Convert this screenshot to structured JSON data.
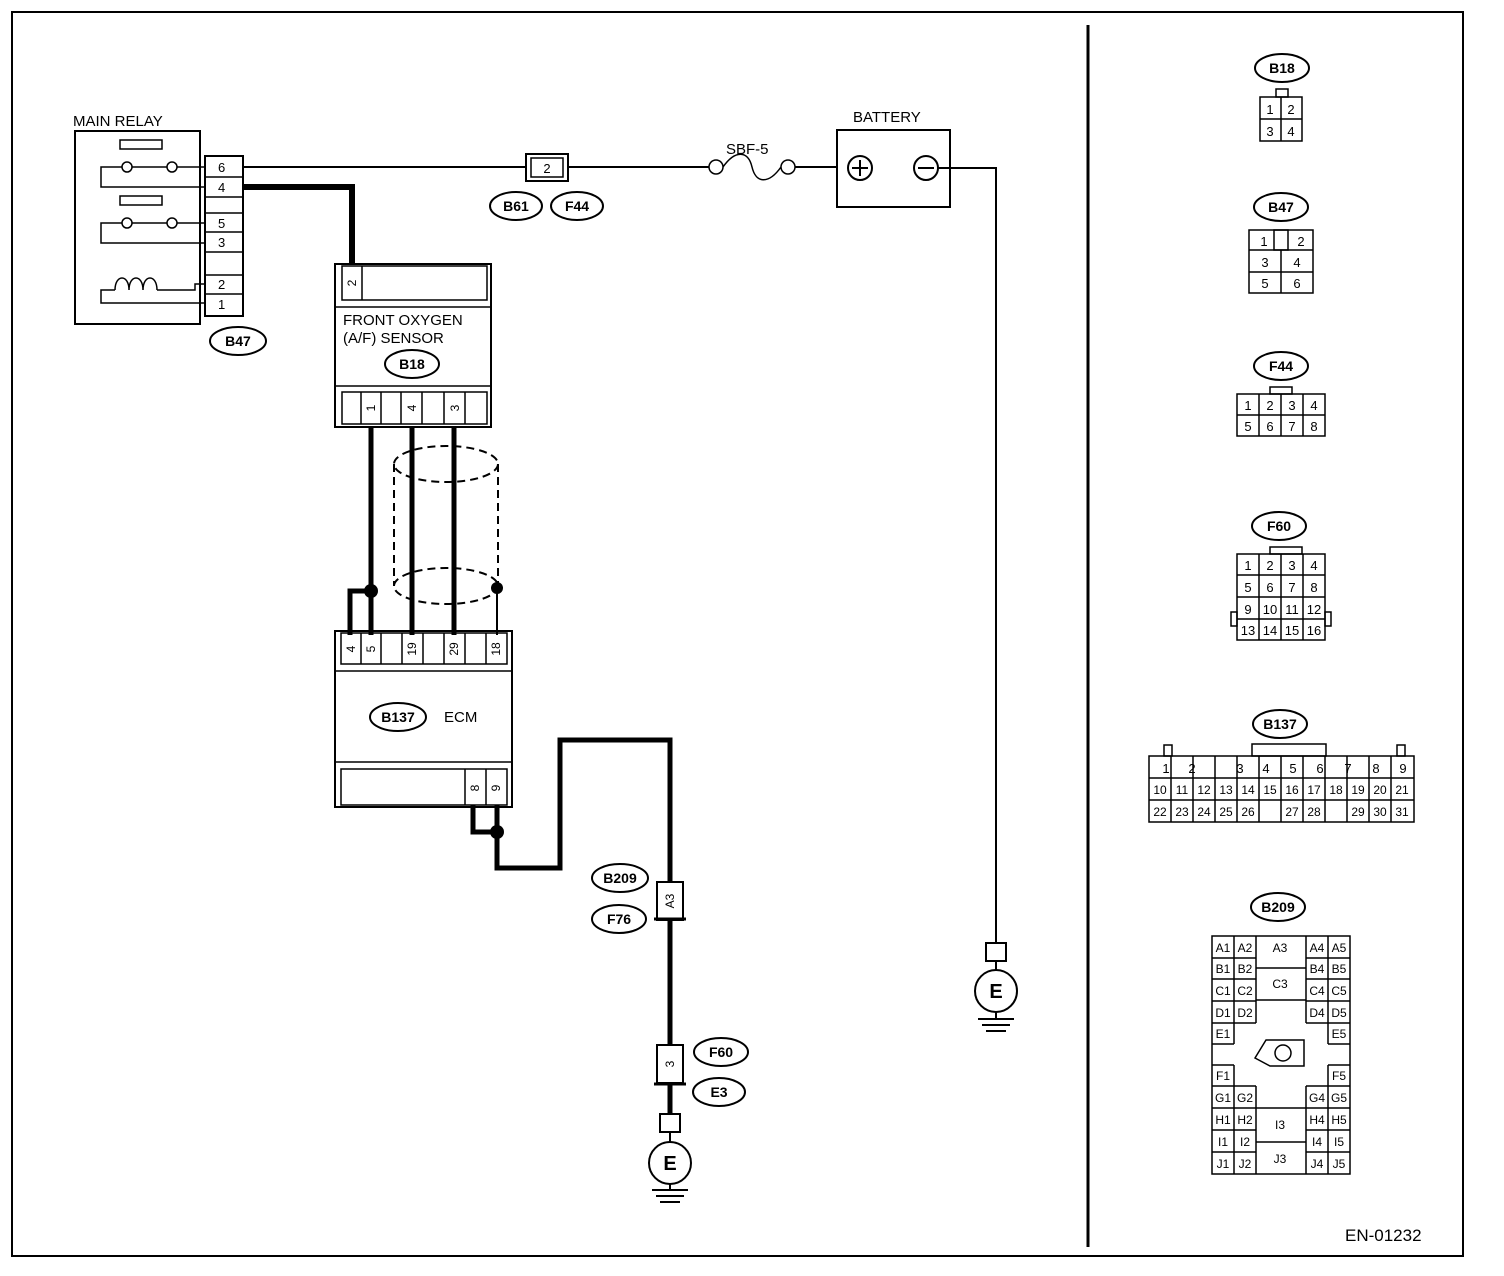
{
  "components": {
    "main_relay": "MAIN RELAY",
    "battery": "BATTERY",
    "fuse": "SBF-5",
    "sensor_line1": "FRONT OXYGEN",
    "sensor_line2": "(A/F) SENSOR",
    "ecm": "ECM",
    "ground": "E"
  },
  "connector_tags": {
    "b47": "B47",
    "b18": "B18",
    "b61": "B61",
    "f44": "F44",
    "b137": "B137",
    "b209": "B209",
    "f76": "F76",
    "f60": "F60",
    "e3": "E3"
  },
  "pins": {
    "relay": [
      "6",
      "4",
      "5",
      "3",
      "2",
      "1"
    ],
    "b61_pin": "2",
    "sensor_top": "2",
    "sensor_bottom": [
      "1",
      "4",
      "3"
    ],
    "ecm_top": [
      "4",
      "5",
      "19",
      "29",
      "18"
    ],
    "ecm_bottom": [
      "8",
      "9"
    ],
    "b209_pin": "A3",
    "f60_pin": "3"
  },
  "connector_views": {
    "b18": [
      "1",
      "2",
      "3",
      "4"
    ],
    "b47": [
      "1",
      "2",
      "3",
      "4",
      "5",
      "6"
    ],
    "f44": [
      "1",
      "2",
      "3",
      "4",
      "5",
      "6",
      "7",
      "8"
    ],
    "f60": [
      "1",
      "2",
      "3",
      "4",
      "5",
      "6",
      "7",
      "8",
      "9",
      "10",
      "11",
      "12",
      "13",
      "14",
      "15",
      "16"
    ],
    "b137_row1": [
      "1",
      "2",
      "3",
      "4",
      "5",
      "6",
      "7",
      "8",
      "9"
    ],
    "b137_row2": [
      "10",
      "11",
      "12",
      "13",
      "14",
      "15",
      "16",
      "17",
      "18",
      "19",
      "20",
      "21"
    ],
    "b137_row3": [
      "22",
      "23",
      "24",
      "25",
      "26",
      "27",
      "28",
      "29",
      "30",
      "31"
    ],
    "b209_left": [
      "A1",
      "A2",
      "B1",
      "B2",
      "C1",
      "C2",
      "D1",
      "D2",
      "E1",
      "F1",
      "G1",
      "G2",
      "H1",
      "H2",
      "I1",
      "I2",
      "J1",
      "J2"
    ],
    "b209_right": [
      "A4",
      "A5",
      "B4",
      "B5",
      "C4",
      "C5",
      "D4",
      "D5",
      "E5",
      "F5",
      "G4",
      "G5",
      "H4",
      "H5",
      "I4",
      "I5",
      "J4",
      "J5"
    ],
    "b209_center": [
      "A3",
      "C3",
      "I3",
      "J3"
    ]
  },
  "figure_code": "EN-01232"
}
